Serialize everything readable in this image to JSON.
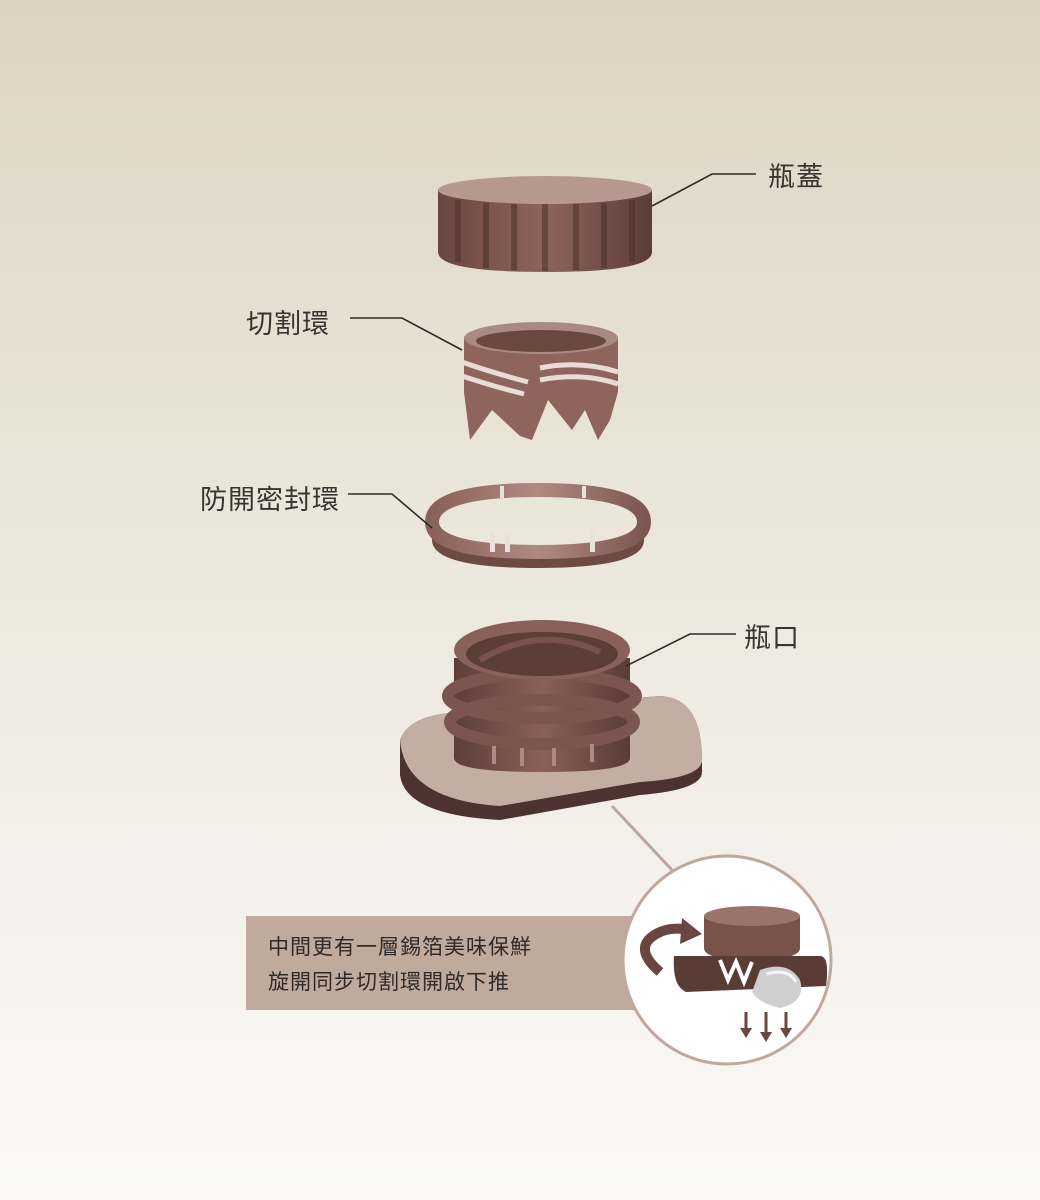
{
  "labels": {
    "cap": "瓶蓋",
    "cutting_ring": "切割環",
    "tamper_ring": "防開密封環",
    "bottle_neck": "瓶口"
  },
  "note": {
    "line1": "中間更有一層錫箔美味保鮮",
    "line2": "旋開同步切割環開啟下推"
  },
  "colors": {
    "part_dark": "#6e4a44",
    "part_mid": "#8a605a",
    "part_light": "#b0877f",
    "base": "#c4aea3",
    "note_bg": "#c0aa9e",
    "leader": "#2e2a28"
  }
}
